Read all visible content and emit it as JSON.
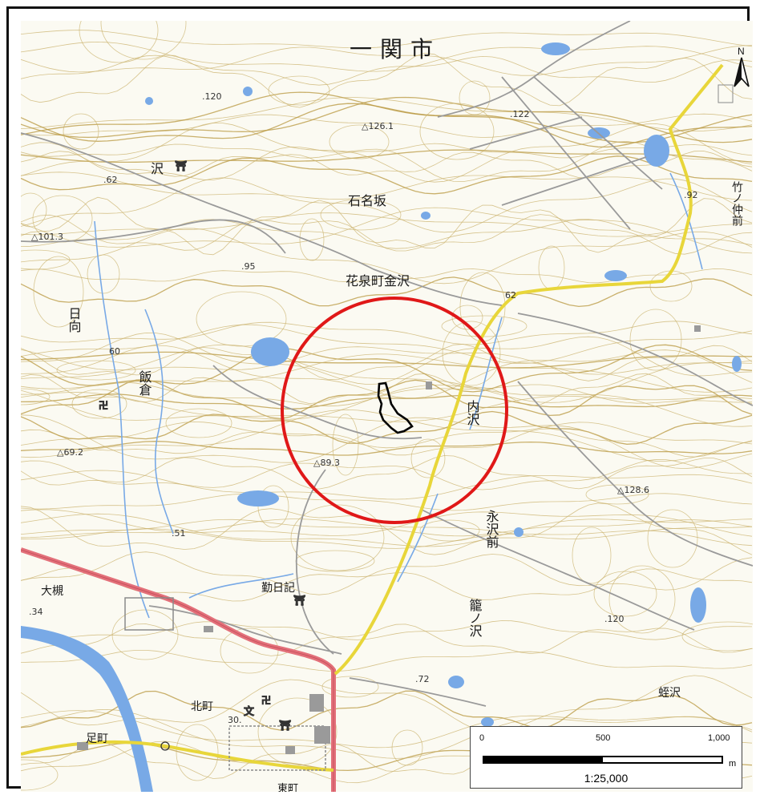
{
  "map": {
    "city_label": "一関市",
    "place_labels": [
      {
        "id": "kanazawa",
        "text": "花泉町金沢"
      },
      {
        "id": "ishinazaka",
        "text": "石名坂"
      },
      {
        "id": "sawa",
        "text": "沢"
      },
      {
        "id": "hinata",
        "text": "日向"
      },
      {
        "id": "iikura",
        "text": "飯倉"
      },
      {
        "id": "uchisawa",
        "text": "内沢"
      },
      {
        "id": "nagasawamae",
        "text": "永沢前"
      },
      {
        "id": "kagonosawa",
        "text": "籠ノ沢"
      },
      {
        "id": "takenonakamae",
        "text": "竹ノ仲前"
      },
      {
        "id": "kuroki",
        "text": "大槻"
      },
      {
        "id": "isurugi",
        "text": "勤日記"
      },
      {
        "id": "kitamachi",
        "text": "北町"
      },
      {
        "id": "ashimachi",
        "text": "足町"
      },
      {
        "id": "hebisawa",
        "text": "蛭沢"
      },
      {
        "id": "higashimachi",
        "text": "東町"
      }
    ],
    "elevations": [
      {
        "id": "e126",
        "text": "△126.1"
      },
      {
        "id": "e122",
        "text": ".122"
      },
      {
        "id": "e120a",
        "text": ".120"
      },
      {
        "id": "e62a",
        "text": ".62"
      },
      {
        "id": "e101",
        "text": "△101.3"
      },
      {
        "id": "e95",
        "text": ".95"
      },
      {
        "id": "e60",
        "text": "60"
      },
      {
        "id": "e69_2",
        "text": "△69.2"
      },
      {
        "id": "e89_3",
        "text": "△89.3"
      },
      {
        "id": "e51",
        "text": ".51"
      },
      {
        "id": "e34",
        "text": ".34"
      },
      {
        "id": "e92",
        "text": ".92"
      },
      {
        "id": "e62b",
        "text": "62"
      },
      {
        "id": "e128",
        "text": "△128.6"
      },
      {
        "id": "e120b",
        "text": ".120"
      },
      {
        "id": "e72",
        "text": ".72"
      },
      {
        "id": "e30",
        "text": "30."
      }
    ],
    "colors": {
      "base": "#fbfaf2",
      "contour": "#c9b06a",
      "contour_index": "#b8973e",
      "water": "#78a9e6",
      "road_national": "#e3707a",
      "road_prefectural": "#e8d63a",
      "road_minor": "#9a9a9a",
      "circle": "#e01818",
      "site": "#000000"
    }
  },
  "north_arrow": {
    "label": "N",
    "icon": "north-arrow-icon"
  },
  "scale_bar": {
    "tick_left": "0",
    "tick_mid": "500",
    "tick_right": "1,000",
    "unit": "m",
    "ratio": "1:25,000"
  }
}
